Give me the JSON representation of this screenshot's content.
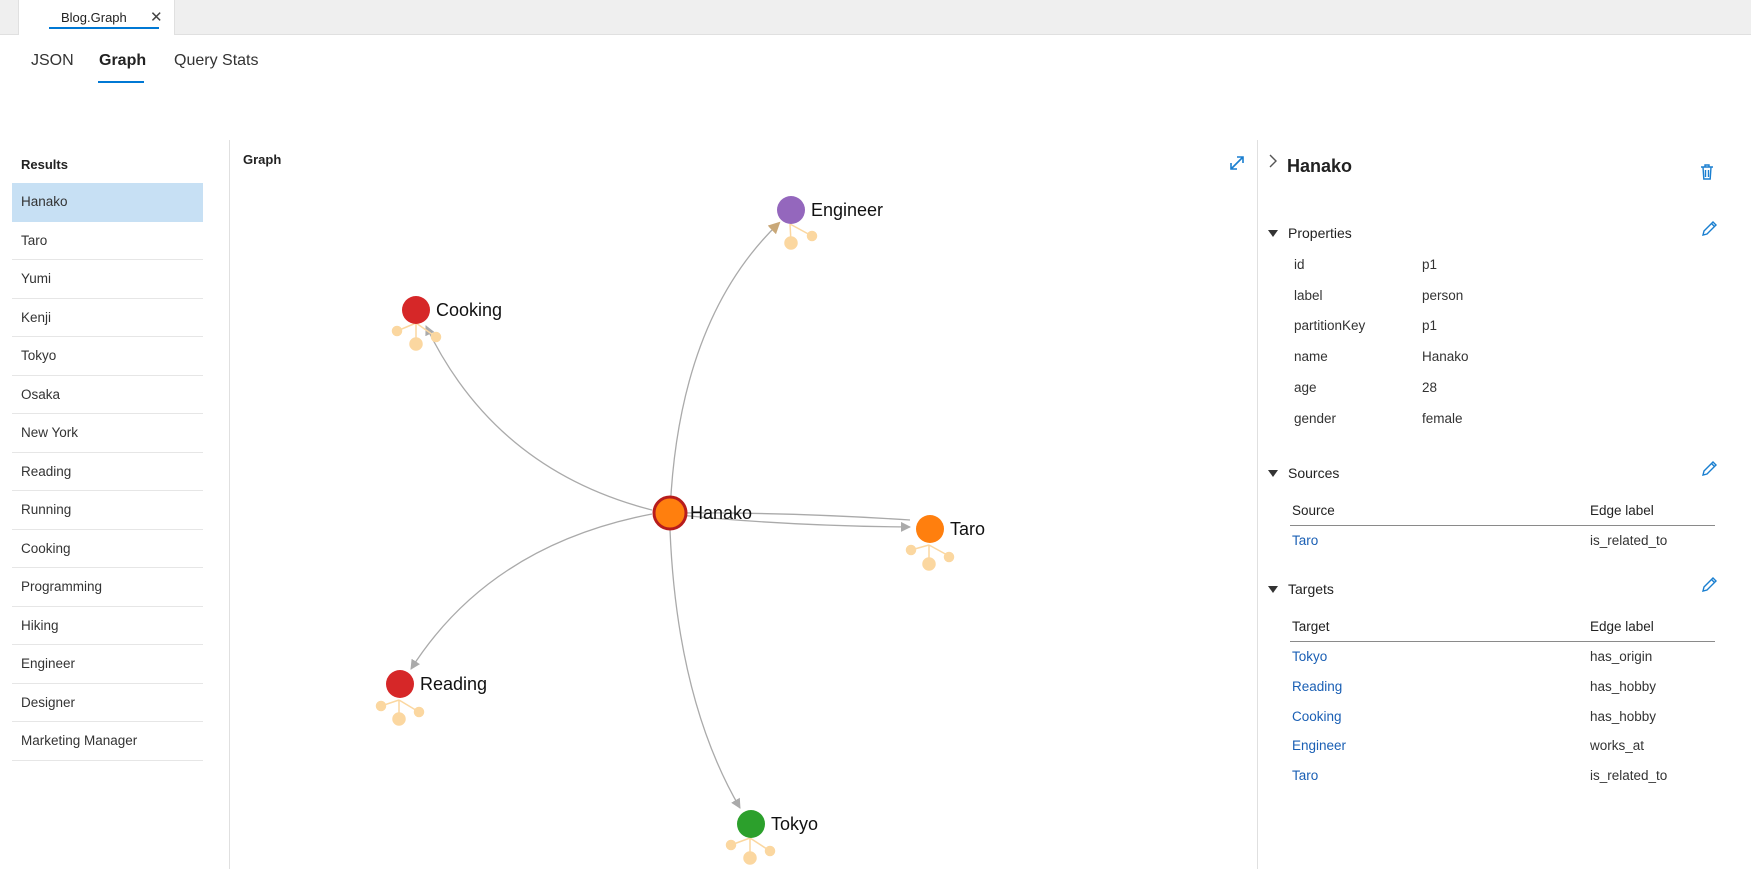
{
  "document_tab": {
    "title": "Blog.Graph",
    "close": "✕"
  },
  "subtabs": [
    {
      "label": "JSON",
      "active": false
    },
    {
      "label": "Graph",
      "active": true
    },
    {
      "label": "Query Stats",
      "active": false
    }
  ],
  "results": {
    "heading": "Results",
    "items": [
      "Hanako",
      "Taro",
      "Yumi",
      "Kenji",
      "Tokyo",
      "Osaka",
      "New York",
      "Reading",
      "Running",
      "Cooking",
      "Programming",
      "Hiking",
      "Engineer",
      "Designer",
      "Marketing Manager"
    ],
    "selected": "Hanako"
  },
  "graph": {
    "heading": "Graph",
    "nodes": [
      {
        "id": "hanako",
        "label": "Hanako",
        "color": "#ff7f0e",
        "selected": true
      },
      {
        "id": "engineer",
        "label": "Engineer",
        "color": "#9467bd"
      },
      {
        "id": "cooking",
        "label": "Cooking",
        "color": "#d62728"
      },
      {
        "id": "taro",
        "label": "Taro",
        "color": "#ff7f0e"
      },
      {
        "id": "reading",
        "label": "Reading",
        "color": "#d62728"
      },
      {
        "id": "tokyo",
        "label": "Tokyo",
        "color": "#2ca02c"
      }
    ],
    "edges": [
      {
        "from": "hanako",
        "to": "engineer"
      },
      {
        "from": "hanako",
        "to": "cooking"
      },
      {
        "from": "hanako",
        "to": "taro"
      },
      {
        "from": "taro",
        "to": "hanako"
      },
      {
        "from": "hanako",
        "to": "reading"
      },
      {
        "from": "hanako",
        "to": "tokyo"
      }
    ],
    "colors": {
      "edge": "#aaaaaa",
      "selected_arrow": "#c9a878",
      "stub": "#fbd7a0",
      "selected_ring": "#b71c1c"
    }
  },
  "details": {
    "title": "Hanako",
    "properties": {
      "heading": "Properties",
      "rows": [
        {
          "key": "id",
          "value": "p1"
        },
        {
          "key": "label",
          "value": "person"
        },
        {
          "key": "partitionKey",
          "value": "p1"
        },
        {
          "key": "name",
          "value": "Hanako"
        },
        {
          "key": "age",
          "value": "28"
        },
        {
          "key": "gender",
          "value": "female"
        }
      ]
    },
    "sources": {
      "heading": "Sources",
      "col1": "Source",
      "col2": "Edge label",
      "rows": [
        {
          "node": "Taro",
          "edge": "is_related_to"
        }
      ]
    },
    "targets": {
      "heading": "Targets",
      "col1": "Target",
      "col2": "Edge label",
      "rows": [
        {
          "node": "Tokyo",
          "edge": "has_origin"
        },
        {
          "node": "Reading",
          "edge": "has_hobby"
        },
        {
          "node": "Cooking",
          "edge": "has_hobby"
        },
        {
          "node": "Engineer",
          "edge": "works_at"
        },
        {
          "node": "Taro",
          "edge": "is_related_to"
        }
      ]
    }
  },
  "accent_color": "#0078d4",
  "link_color": "#1a5fb4"
}
